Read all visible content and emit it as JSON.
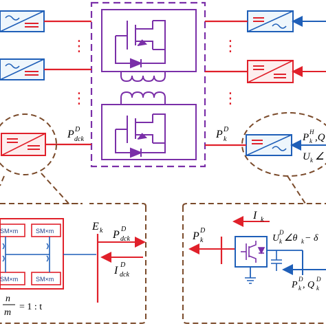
{
  "colors": {
    "red": "#e0202a",
    "blue": "#1f5fb8",
    "purple": "#7a2fa8",
    "brown": "#7a4a2a",
    "box_blue_fill": "#eef6fc",
    "box_red_fill": "#fdeeee"
  },
  "labels": {
    "p_dck_center": {
      "base": "P",
      "sup": "D",
      "sub": "dck"
    },
    "p_k_center": {
      "base": "P",
      "sup": "D",
      "sub": "k"
    },
    "p_k_h": {
      "base": "P",
      "sup": "H",
      "sub": "k",
      "tail": ",Q"
    },
    "u_k_angle": {
      "base": "U",
      "sub": "k",
      "tail": "∠"
    },
    "e_k": {
      "base": "E",
      "sub": "k"
    },
    "p_dck_lower": {
      "base": "P",
      "sup": "D",
      "sub": "dck"
    },
    "i_dck": {
      "base": "I",
      "sup": "D",
      "sub": "dck"
    },
    "ratio": {
      "num": "n",
      "den": "m",
      "rest": "= 1 : t"
    },
    "i_k": {
      "base": "I",
      "sub": "k"
    },
    "p_k_lower": {
      "base": "P",
      "sup": "D",
      "sub": "k"
    },
    "u_k_theta": {
      "base": "U",
      "sup": "D",
      "sub": "k",
      "tail": "∠θ",
      "tail_sub": "k",
      "tail2": " − δ"
    },
    "p_q_k": {
      "base": "P",
      "sup": "D",
      "sub": "k",
      "tail": ", Q",
      "tail_sup": "D",
      "tail_sub": "k"
    }
  },
  "sm_modules": [
    "SM×m",
    "SM×m",
    "SM×m",
    "SM×m"
  ],
  "ellipsis": "⋮",
  "icons": {
    "dcdc": "dc-dc-converter-icon",
    "acdc": "ac-dc-converter-icon",
    "igbt": "igbt-switch-icon",
    "transformer": "transformer-coil-icon"
  }
}
